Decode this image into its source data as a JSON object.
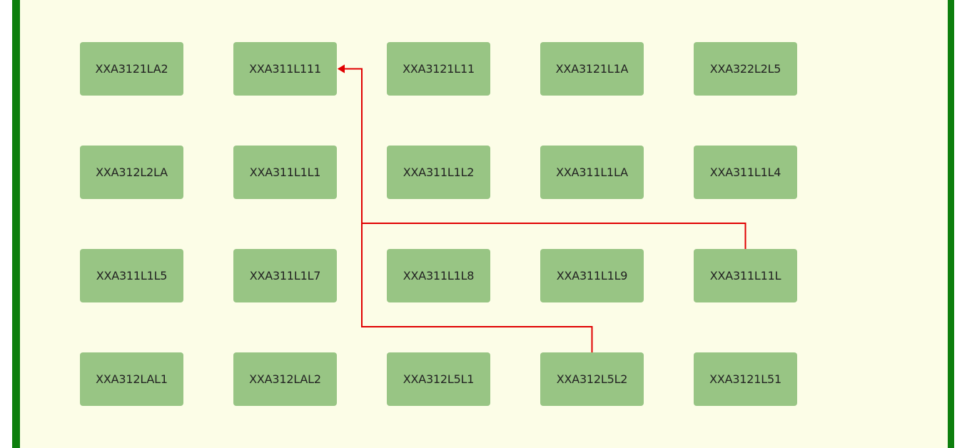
{
  "diagram": {
    "colors": {
      "background": "#fcfde7",
      "border": "#0d7f0d",
      "node_fill": "#98c584",
      "node_text": "#222222",
      "link": "#e00000"
    },
    "rows": [
      [
        "XXA3121LA2",
        "XXA311L111",
        "XXA3121L11",
        "XXA3121L1A",
        "XXA322L2L5"
      ],
      [
        "XXA312L2LA",
        "XXA311L1L1",
        "XXA311L1L2",
        "XXA311L1LA",
        "XXA311L1L4"
      ],
      [
        "XXA311L1L5",
        "XXA311L1L7",
        "XXA311L1L8",
        "XXA311L1L9",
        "XXA311L11L"
      ],
      [
        "XXA312LAL1",
        "XXA312LAL2",
        "XXA312L5L1",
        "XXA312L5L2",
        "XXA3121L51"
      ]
    ],
    "links": [
      {
        "from": "XXA311L11L",
        "to": "XXA311L111"
      },
      {
        "from": "XXA312L5L2",
        "to": "XXA311L111"
      }
    ]
  }
}
